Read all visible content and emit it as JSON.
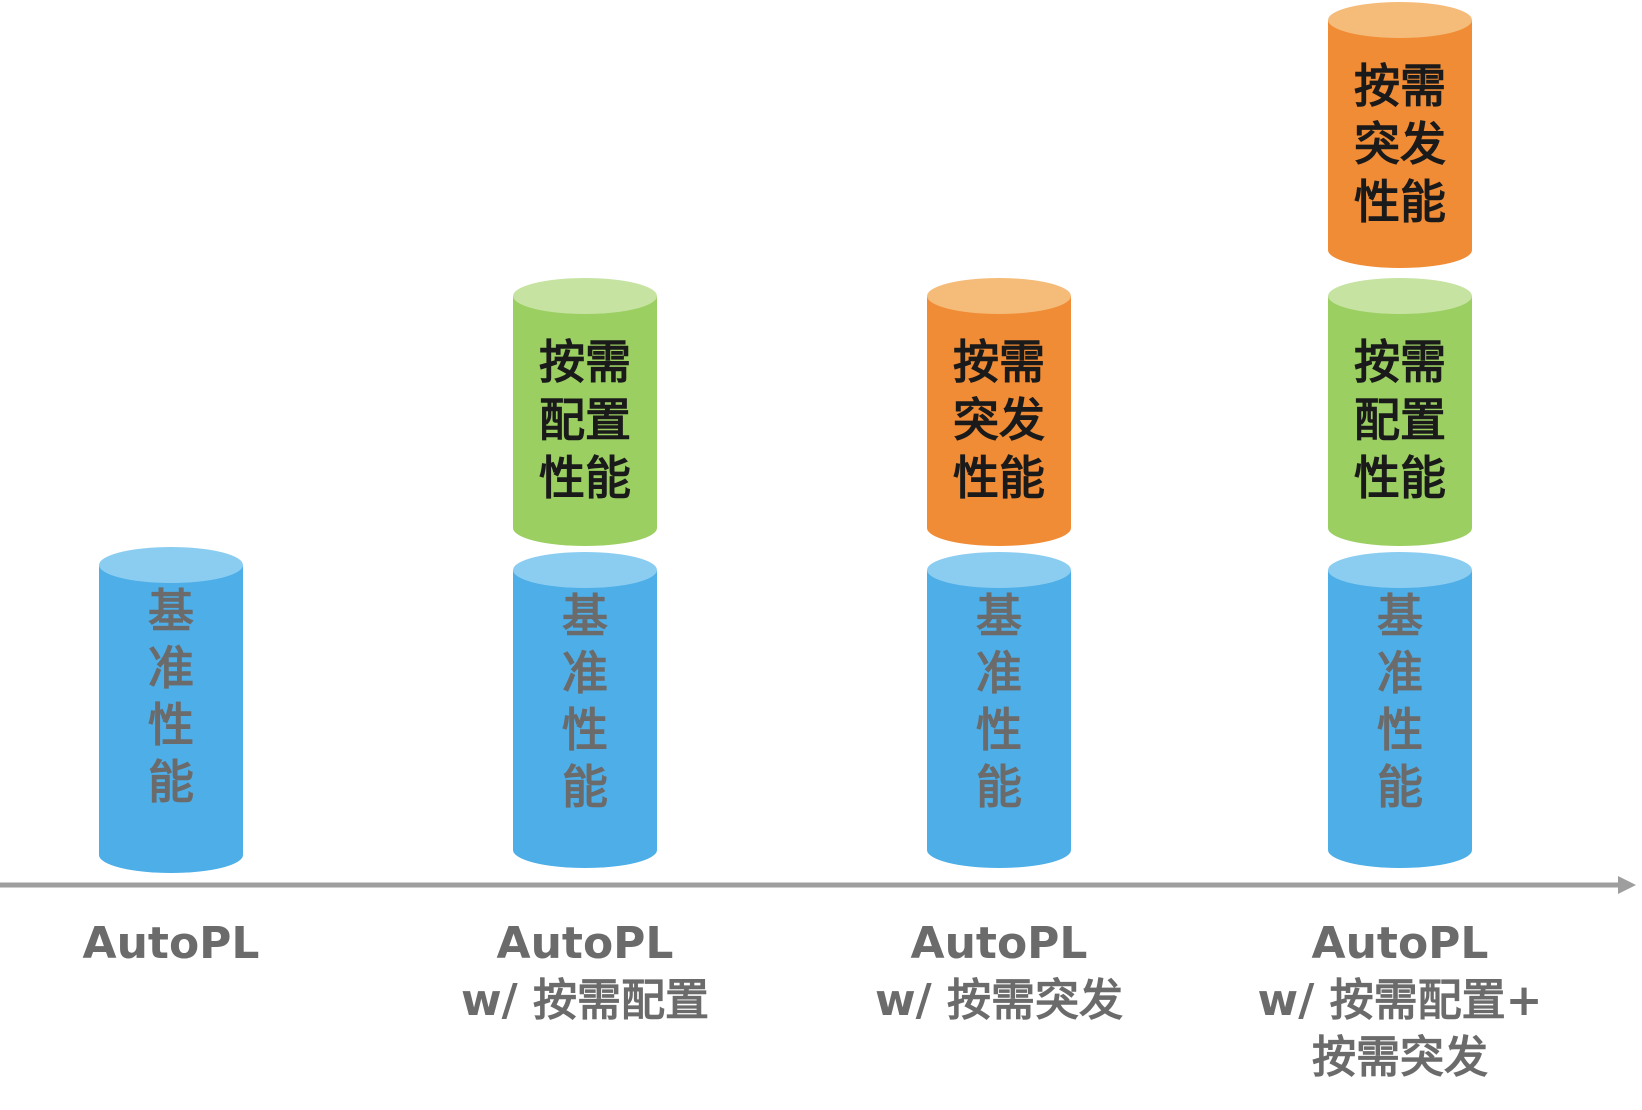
{
  "colors": {
    "base_body": "#4DAEE8",
    "base_top": "#8BCDF1",
    "config_body": "#9BCF62",
    "config_top": "#C6E3A2",
    "burst_body": "#F08C35",
    "burst_top": "#F5BC79",
    "axis": "#9E9E9E",
    "base_text": "#6B6B6B",
    "block_text": "#1A1A1A"
  },
  "blocks": {
    "base": {
      "label_chars": [
        "基",
        "准",
        "性",
        "能"
      ]
    },
    "config": {
      "label_lines": [
        "按需",
        "配置",
        "性能"
      ]
    },
    "burst": {
      "label_lines": [
        "按需",
        "突发",
        "性能"
      ]
    }
  },
  "columns": [
    {
      "stack": [
        "base"
      ],
      "label_lines": [
        "AutoPL"
      ]
    },
    {
      "stack": [
        "base",
        "config"
      ],
      "label_lines": [
        "AutoPL",
        "w/ 按需配置"
      ]
    },
    {
      "stack": [
        "base",
        "burst"
      ],
      "label_lines": [
        "AutoPL",
        "w/ 按需突发"
      ]
    },
    {
      "stack": [
        "base",
        "config",
        "burst"
      ],
      "label_lines": [
        "AutoPL",
        "w/ 按需配置+",
        "按需突发"
      ]
    }
  ]
}
